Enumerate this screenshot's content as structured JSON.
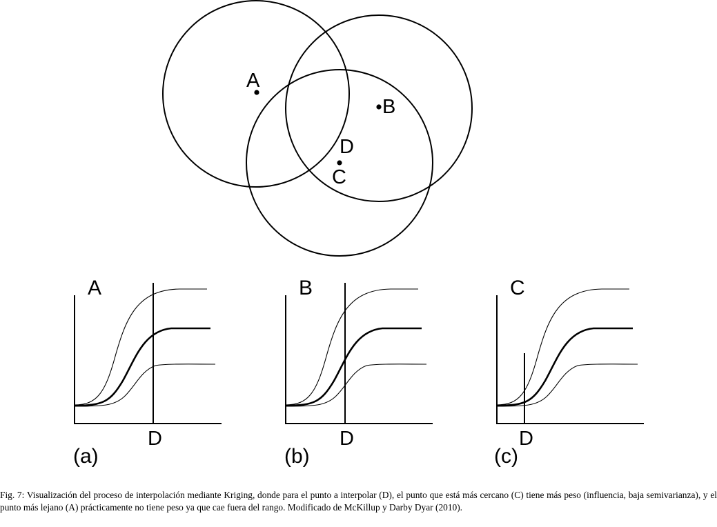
{
  "points": [
    {
      "id": "A",
      "label": "A"
    },
    {
      "id": "B",
      "label": "B"
    },
    {
      "id": "C",
      "label": "C"
    },
    {
      "id": "D",
      "label": "D"
    }
  ],
  "panels": [
    {
      "id": "a",
      "letter": "A",
      "d_label": "D",
      "sublabel": "(a)"
    },
    {
      "id": "b",
      "letter": "B",
      "d_label": "D",
      "sublabel": "(b)"
    },
    {
      "id": "c",
      "letter": "C",
      "d_label": "D",
      "sublabel": "(c)"
    }
  ],
  "caption": "Fig. 7: Visualización del proceso de interpolación mediante Kriging, donde para el punto a interpolar (D), el punto que está más cercano (C) tiene más peso (influencia, baja semivarianza), y el punto más lejano (A) prácticamente no tiene peso ya que cae fuera del rango. Modificado de McKillup y Darby Dyar (2010)."
}
